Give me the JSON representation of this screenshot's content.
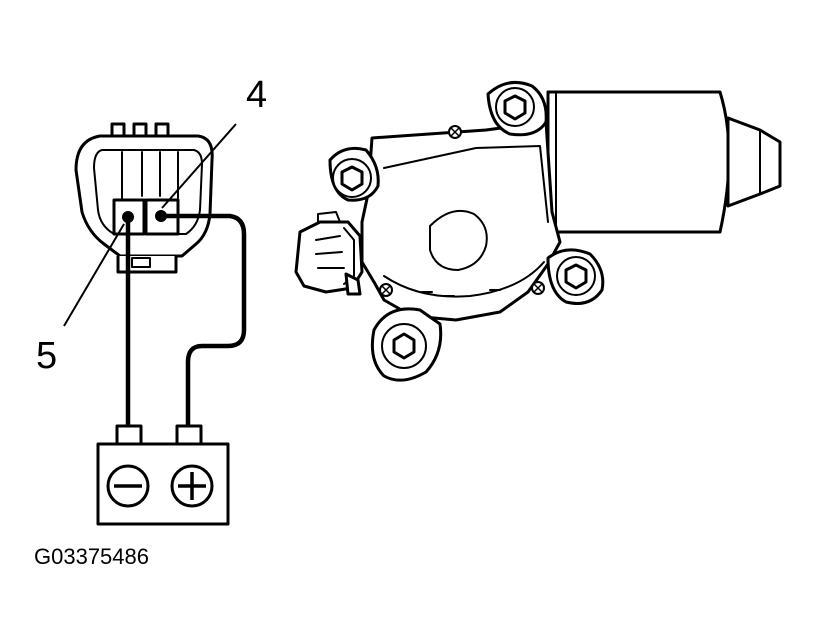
{
  "callouts": {
    "terminal_4": "4",
    "terminal_5": "5"
  },
  "battery": {
    "negative_symbol": "negative-terminal-icon",
    "positive_symbol": "positive-terminal-icon"
  },
  "figure_id": "G03375486",
  "colors": {
    "line": "#000000",
    "background": "#ffffff"
  }
}
